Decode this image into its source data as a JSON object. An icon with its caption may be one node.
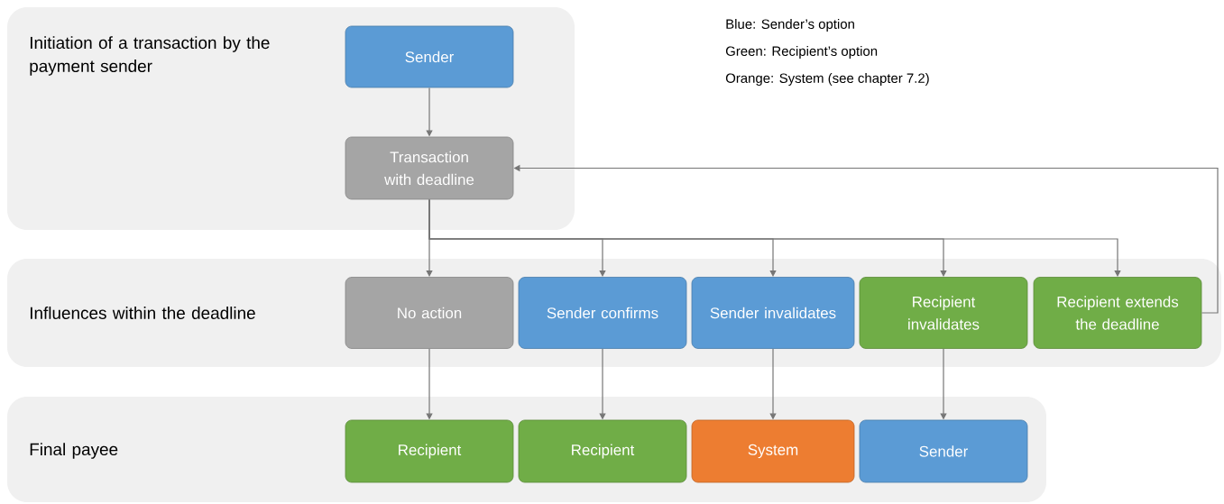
{
  "diagram": {
    "nodes": [
      {
        "text": [
          "Initiation of a transaction by the payment sender"
        ]
      },
      {
        "text": [
          "Sender"
        ],
        "in": 0
      },
      {
        "text": [
          "Transaction with deadline"
        ],
        "in": 0
      },
      {
        "text": [
          "Influences within the deadline"
        ]
      },
      {
        "text": [
          "No action"
        ],
        "in": 3
      },
      {
        "text": [
          "Sender confirms"
        ],
        "in": 3
      },
      {
        "text": [
          "Sender invalidates"
        ],
        "in": 3
      },
      {
        "text": [
          "Recipient invalidates"
        ],
        "in": 3
      },
      {
        "text": [
          "Recipient extends the deadline"
        ],
        "in": 3
      },
      {
        "text": [
          "Final payee"
        ]
      },
      {
        "text": [
          "Recipient"
        ],
        "in": 9
      },
      {
        "text": [
          "Recipient"
        ],
        "in": 9
      },
      {
        "text": [
          "System"
        ],
        "in": 9
      },
      {
        "text": [
          "Sender"
        ],
        "in": 9
      }
    ],
    "edges": [
      {
        "from": 1,
        "to": 2,
        "arrow": "to"
      },
      {
        "from": 2,
        "to": 4,
        "arrow": "to"
      },
      {
        "from": 2,
        "to": 5,
        "arrow": "to"
      },
      {
        "from": 2,
        "to": 6,
        "arrow": "to"
      },
      {
        "from": 2,
        "to": 7,
        "arrow": "to"
      },
      {
        "from": 2,
        "to": 8,
        "arrow": "to"
      },
      {
        "from": 8,
        "to": 2,
        "arrow": "to"
      },
      {
        "from": 4,
        "to": 10,
        "arrow": "to"
      },
      {
        "from": 5,
        "to": 11,
        "arrow": "to"
      },
      {
        "from": 6,
        "to": 12,
        "arrow": "to"
      },
      {
        "from": 7,
        "to": 13,
        "arrow": "to"
      }
    ],
    "labels": [
      "Blue: Sender’s option",
      "Green: Recipient’s option",
      "Orange: System (see chapter 7.2)"
    ]
  }
}
